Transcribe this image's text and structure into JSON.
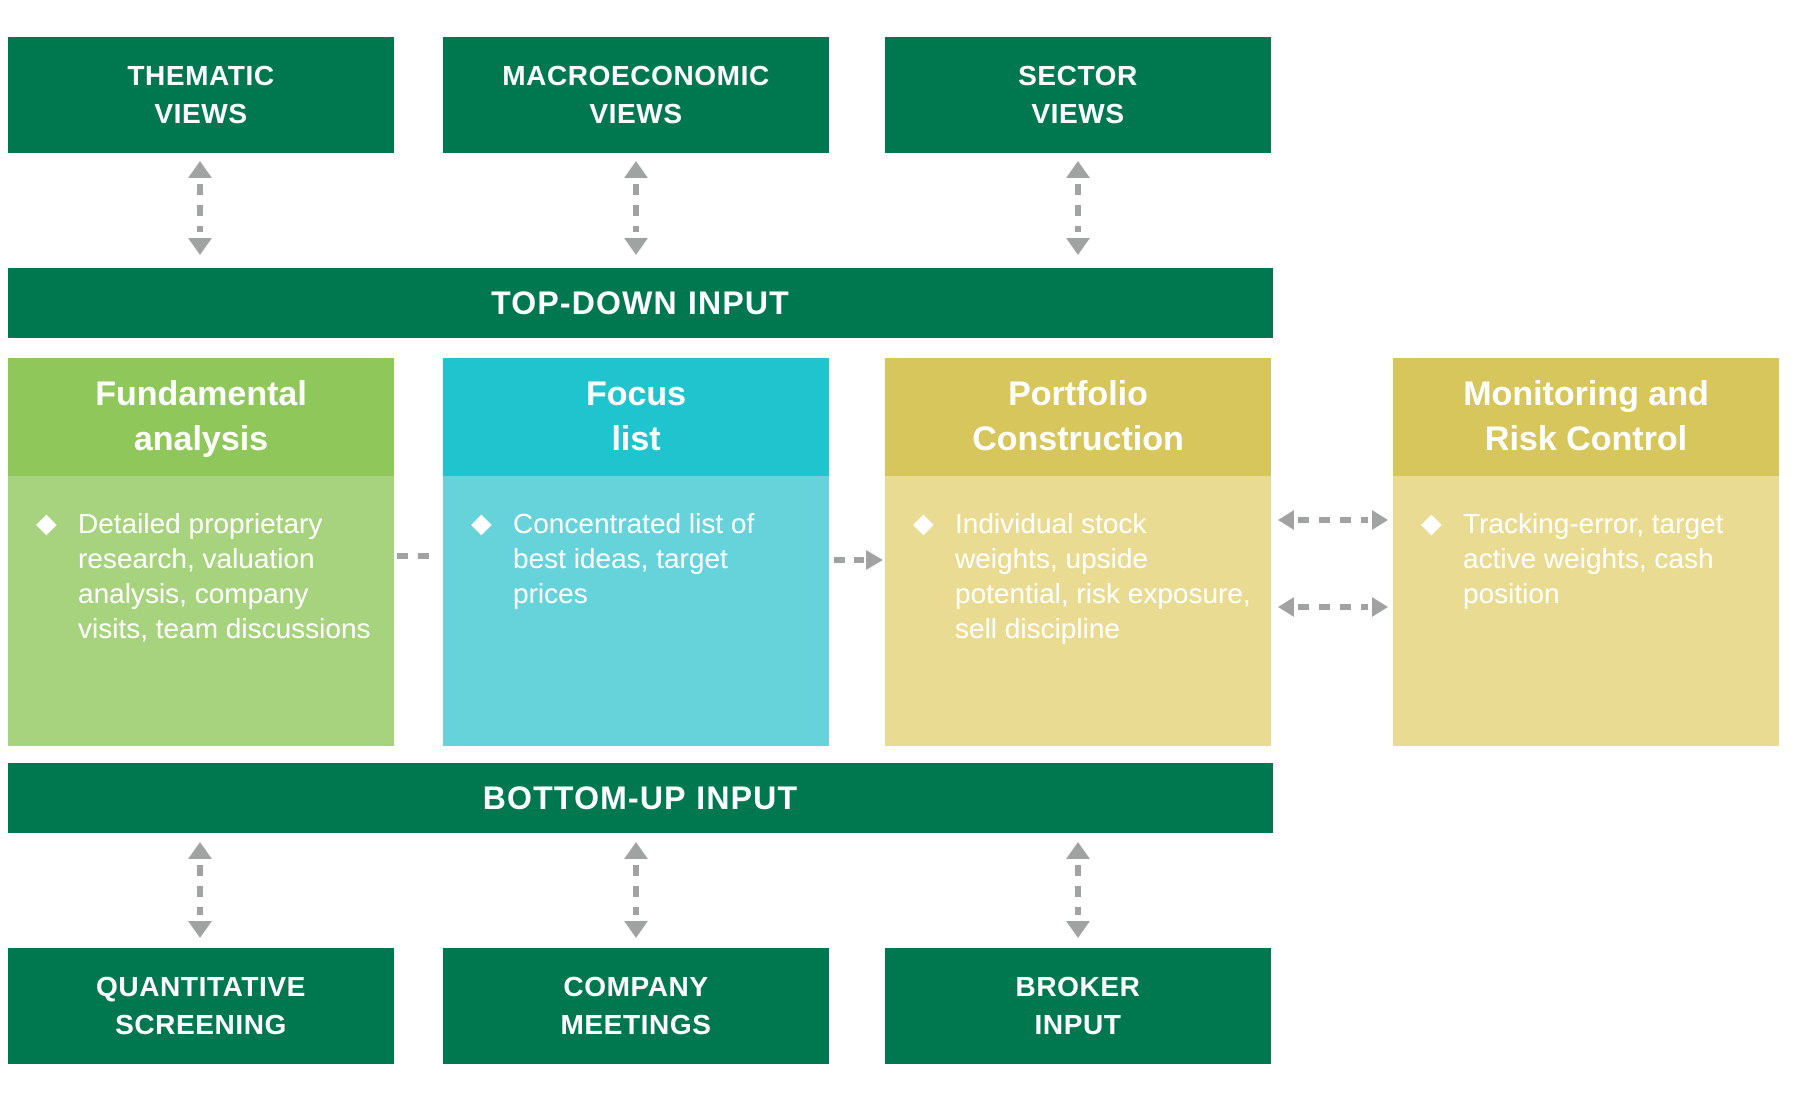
{
  "colors": {
    "dark_green": "#00784F",
    "lime_header": "#8FC75A",
    "lime_body": "#A8D37E",
    "cyan_header": "#1FC4CE",
    "cyan_body": "#66D3DB",
    "yellow_header": "#D7C65B",
    "yellow_body": "#E9DC92",
    "arrow_gray": "#A1A3A3",
    "text_white": "#FFFFFF"
  },
  "icons": {
    "diamond_bullet": "◆"
  },
  "top_row": [
    {
      "line1": "THEMATIC",
      "line2": "VIEWS"
    },
    {
      "line1": "MACROECONOMIC",
      "line2": "VIEWS"
    },
    {
      "line1": "SECTOR",
      "line2": "VIEWS"
    }
  ],
  "top_bar": {
    "label": "TOP-DOWN INPUT"
  },
  "columns": [
    {
      "title_line1": "Fundamental",
      "title_line2": "analysis",
      "body": "Detailed proprietary research, valuation analysis, company visits, team discussions"
    },
    {
      "title_line1": "Focus",
      "title_line2": "list",
      "body": "Concentrated list of best ideas, target prices"
    },
    {
      "title_line1": "Portfolio",
      "title_line2": "Construction",
      "body": "Individual stock weights, upside potential, risk exposure, sell discipline"
    },
    {
      "title_line1": "Monitoring and",
      "title_line2": "Risk Control",
      "body": "Tracking-error, target active weights, cash position"
    }
  ],
  "bottom_bar": {
    "label": "BOTTOM-UP INPUT"
  },
  "bottom_row": [
    {
      "line1": "QUANTITATIVE",
      "line2": "SCREENING"
    },
    {
      "line1": "COMPANY",
      "line2": "MEETINGS"
    },
    {
      "line1": "BROKER",
      "line2": "INPUT"
    }
  ]
}
